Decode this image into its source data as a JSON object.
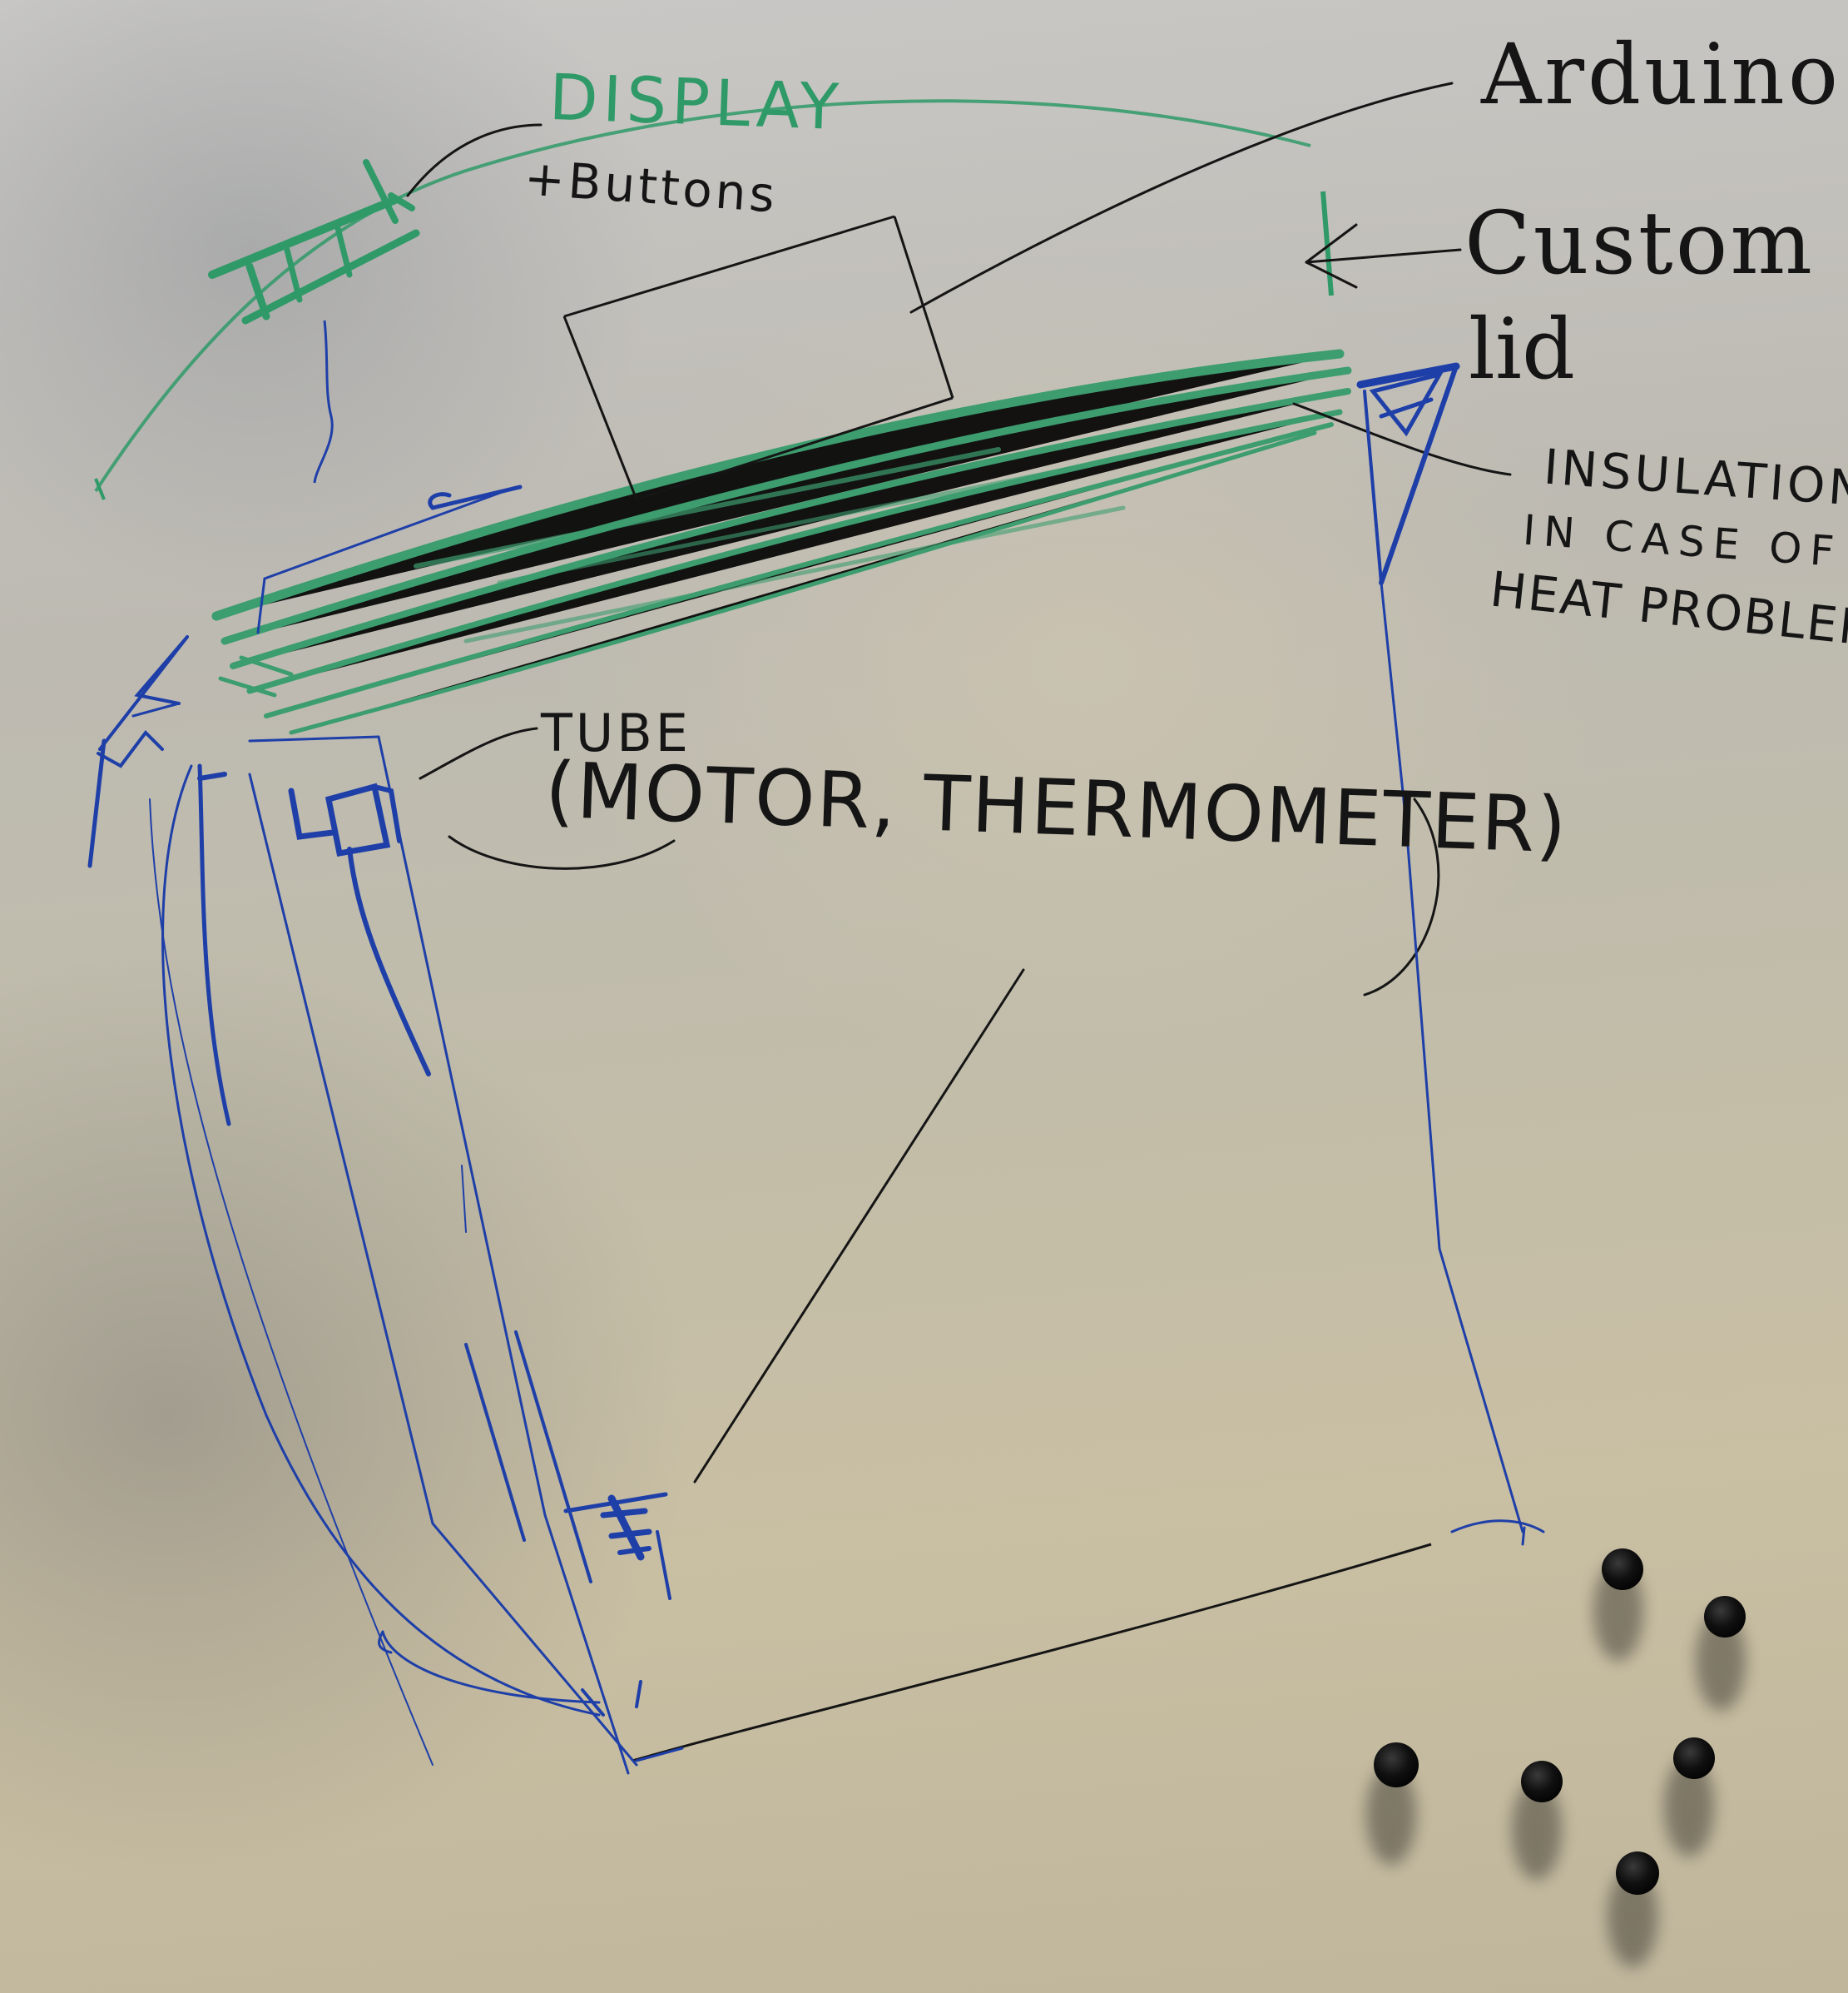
{
  "labels": {
    "display_line1": "DISPLAY",
    "display_line2": "+Buttons",
    "arduino": "Arduino",
    "custom_lid_line1": "Custom",
    "custom_lid_line2": "lid",
    "insulation_line1": "INSULATION",
    "insulation_line2": "IN CASE OF",
    "insulation_line3": "HEAT PROBLEMS",
    "tube_line1": "TUBE",
    "tube_line2": "(MOTOR, THERMOMETER)"
  },
  "ink_colors": {
    "blue": "#1e3fa8",
    "green": "#2f9a68",
    "black": "#151515",
    "magnet": "#0c0c0c"
  },
  "magnets_count": 6
}
